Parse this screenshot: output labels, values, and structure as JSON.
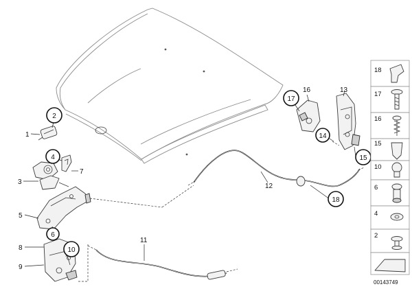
{
  "labels": {
    "l1": "1",
    "l2": "2",
    "l3": "3",
    "l4": "4",
    "l5": "5",
    "l6": "6",
    "l7": "7",
    "l8": "8",
    "l9": "9",
    "l10": "10",
    "l11": "11",
    "l12": "12",
    "l13": "13",
    "l14": "14",
    "l15": "15",
    "l16": "16",
    "l17": "17",
    "l18": "18"
  },
  "sidebar": {
    "items": [
      "18",
      "17",
      "16",
      "15",
      "10",
      "6",
      "4",
      "2"
    ]
  },
  "reference": "00143749"
}
